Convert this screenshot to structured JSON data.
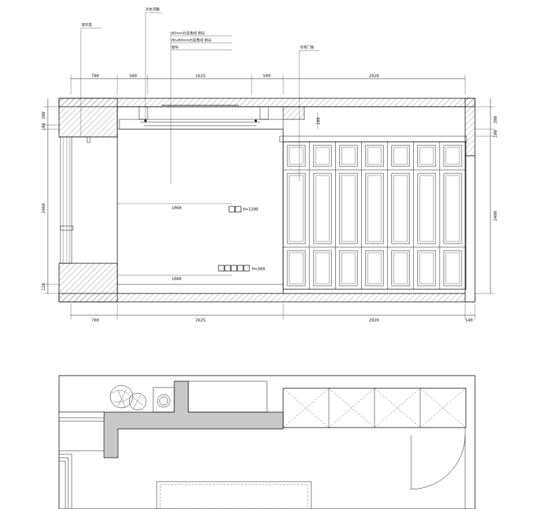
{
  "elevation": {
    "notes": [
      {
        "text": "窗帘盒"
      },
      {
        "text": "灰色顶棚"
      },
      {
        "text": "80mm石膏角线 刷白"
      },
      {
        "text": "80x80mm石膏角线 刷白"
      },
      {
        "text": "窗帘"
      },
      {
        "text": "衣柜门板"
      }
    ],
    "top_dims": [
      "700",
      "500",
      "1625",
      "500",
      "2920"
    ],
    "bottom_dims": [
      "700",
      "2625",
      "2920",
      "140"
    ],
    "left_dims": [
      "300",
      "100",
      "2460",
      "120"
    ],
    "right_dims": [
      "300",
      "100",
      "2400"
    ],
    "inner_dims": [
      "300",
      "1060",
      "1060"
    ],
    "socket_labels": [
      "H=1300",
      "H=300"
    ]
  },
  "plan": {
    "wardrobe_doors": 4
  },
  "colors": {
    "line": "#000000",
    "hatch": "#555555",
    "wall_fill_plan": "#c8c8c8"
  }
}
